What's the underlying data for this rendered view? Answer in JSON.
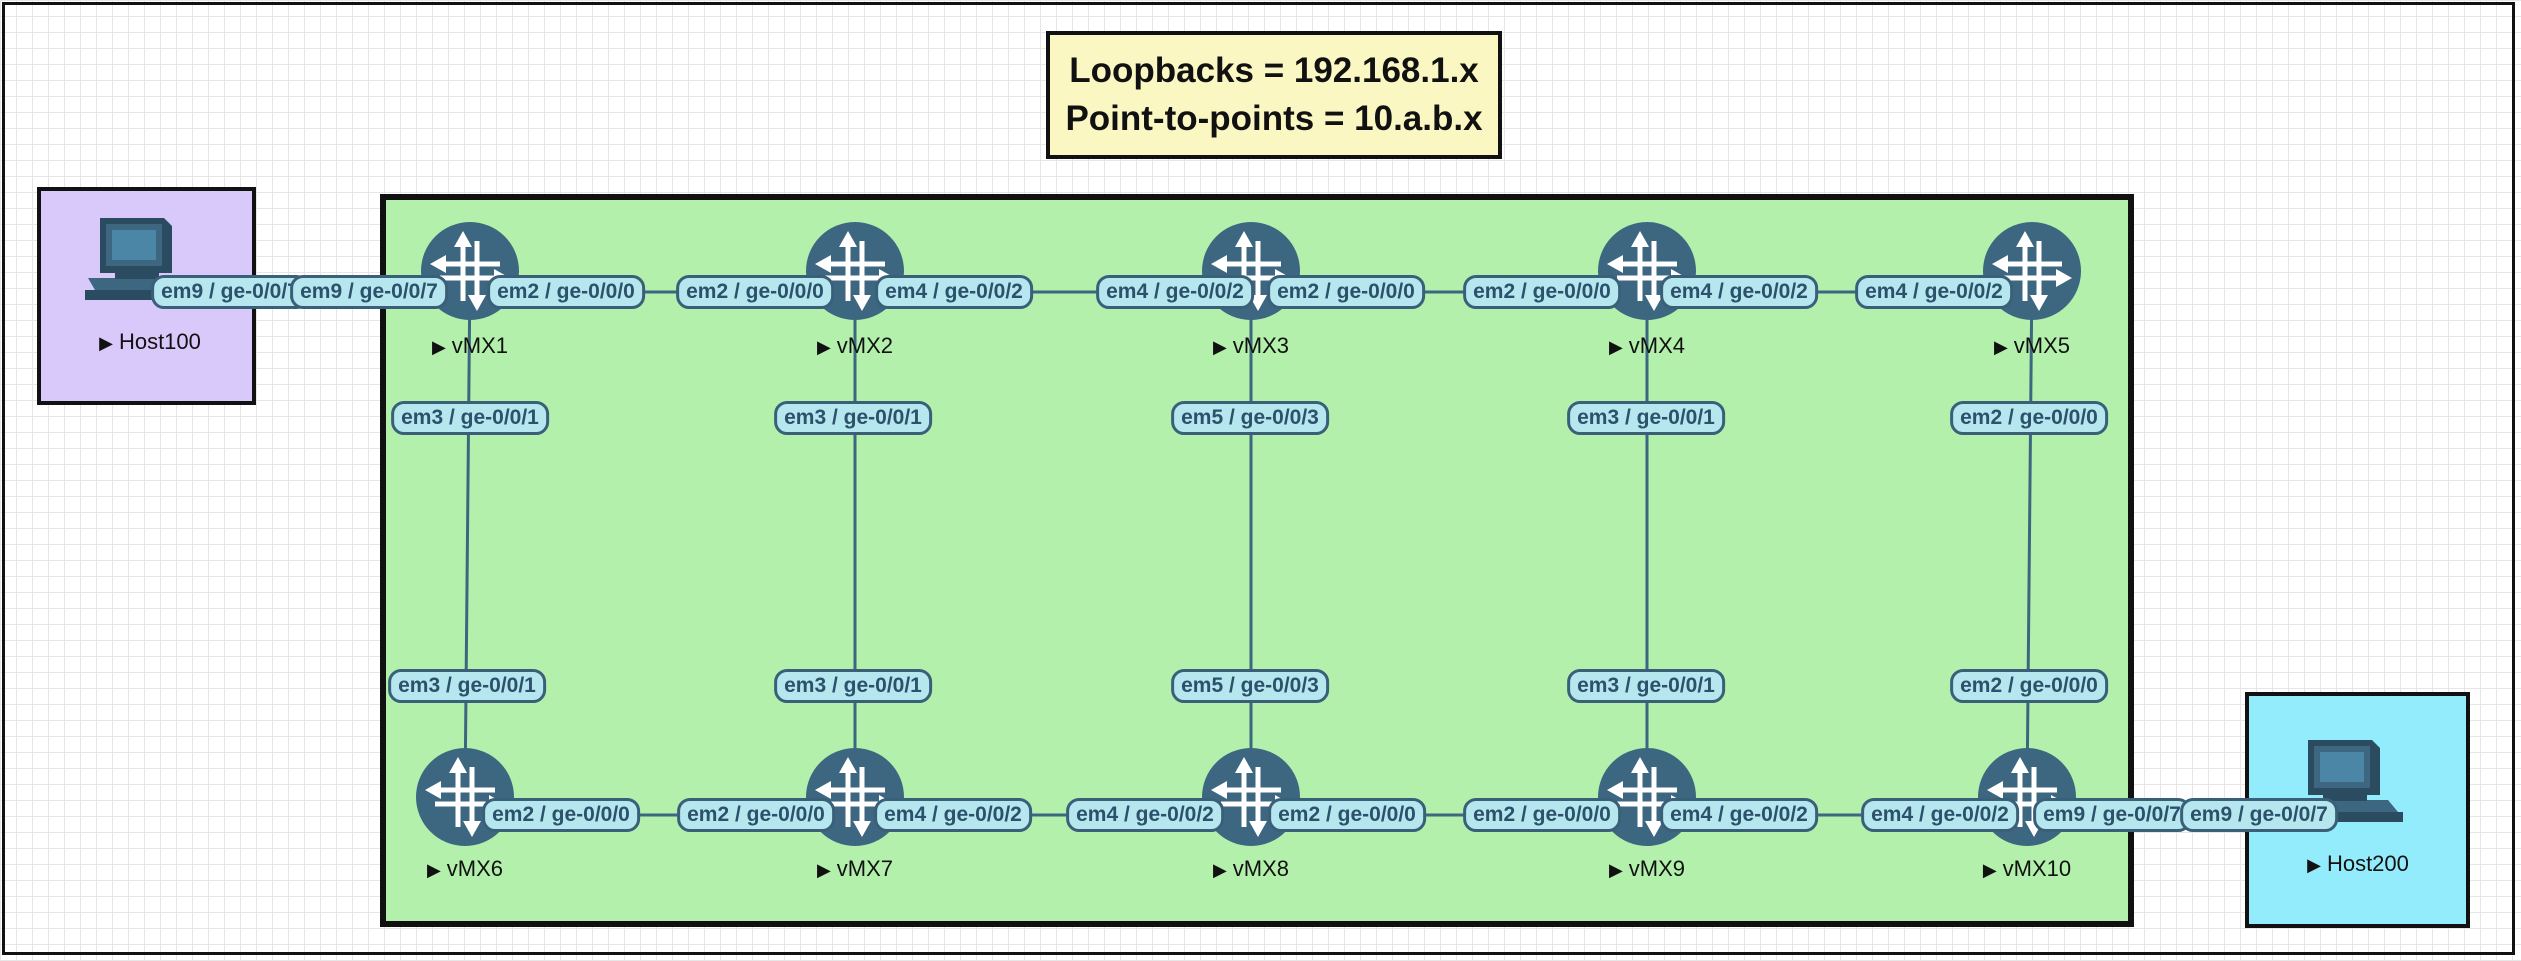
{
  "legend": {
    "line1": "Loopbacks = 192.168.1.x",
    "line2": "Point-to-points = 10.a.b.x"
  },
  "colors": {
    "network_area": "#b3f0ab",
    "host100_box": "#d9c8fa",
    "host200_box": "#93ecfc",
    "legend_bg": "#fbf7c2",
    "router": "#3d6680",
    "port_label_bg": "#b6e7ef",
    "port_label_border": "#3a6079"
  },
  "nodes": [
    {
      "id": "host100",
      "type": "host",
      "label": "Host100"
    },
    {
      "id": "vmx1",
      "type": "router",
      "label": "vMX1"
    },
    {
      "id": "vmx2",
      "type": "router",
      "label": "vMX2"
    },
    {
      "id": "vmx3",
      "type": "router",
      "label": "vMX3"
    },
    {
      "id": "vmx4",
      "type": "router",
      "label": "vMX4"
    },
    {
      "id": "vmx5",
      "type": "router",
      "label": "vMX5"
    },
    {
      "id": "vmx6",
      "type": "router",
      "label": "vMX6"
    },
    {
      "id": "vmx7",
      "type": "router",
      "label": "vMX7"
    },
    {
      "id": "vmx8",
      "type": "router",
      "label": "vMX8"
    },
    {
      "id": "vmx9",
      "type": "router",
      "label": "vMX9"
    },
    {
      "id": "vmx10",
      "type": "router",
      "label": "vMX10"
    },
    {
      "id": "host200",
      "type": "host",
      "label": "Host200"
    }
  ],
  "links": [
    {
      "a": "host100",
      "a_port": "em9 / ge-0/0/7",
      "b": "vmx1",
      "b_port": "em9 / ge-0/0/7"
    },
    {
      "a": "vmx1",
      "a_port": "em2 / ge-0/0/0",
      "b": "vmx2",
      "b_port": "em2 / ge-0/0/0"
    },
    {
      "a": "vmx2",
      "a_port": "em4 / ge-0/0/2",
      "b": "vmx3",
      "b_port": "em4 / ge-0/0/2"
    },
    {
      "a": "vmx3",
      "a_port": "em2 / ge-0/0/0",
      "b": "vmx4",
      "b_port": "em2 / ge-0/0/0"
    },
    {
      "a": "vmx4",
      "a_port": "em4 / ge-0/0/2",
      "b": "vmx5",
      "b_port": "em4 / ge-0/0/2"
    },
    {
      "a": "vmx1",
      "a_port": "em3 / ge-0/0/1",
      "b": "vmx6",
      "b_port": "em3 / ge-0/0/1"
    },
    {
      "a": "vmx2",
      "a_port": "em3 / ge-0/0/1",
      "b": "vmx7",
      "b_port": "em3 / ge-0/0/1"
    },
    {
      "a": "vmx3",
      "a_port": "em5 / ge-0/0/3",
      "b": "vmx8",
      "b_port": "em5 / ge-0/0/3"
    },
    {
      "a": "vmx4",
      "a_port": "em3 / ge-0/0/1",
      "b": "vmx9",
      "b_port": "em3 / ge-0/0/1"
    },
    {
      "a": "vmx5",
      "a_port": "em2 / ge-0/0/0",
      "b": "vmx10",
      "b_port": "em2 / ge-0/0/0"
    },
    {
      "a": "vmx6",
      "a_port": "em2 / ge-0/0/0",
      "b": "vmx7",
      "b_port": "em2 / ge-0/0/0"
    },
    {
      "a": "vmx7",
      "a_port": "em4 / ge-0/0/2",
      "b": "vmx8",
      "b_port": "em4 / ge-0/0/2"
    },
    {
      "a": "vmx8",
      "a_port": "em2 / ge-0/0/0",
      "b": "vmx9",
      "b_port": "em2 / ge-0/0/0"
    },
    {
      "a": "vmx9",
      "a_port": "em4 / ge-0/0/2",
      "b": "vmx10",
      "b_port": "em4 / ge-0/0/2"
    },
    {
      "a": "vmx10",
      "a_port": "em9 / ge-0/0/7",
      "b": "host200",
      "b_port": "em9 / ge-0/0/7"
    }
  ]
}
